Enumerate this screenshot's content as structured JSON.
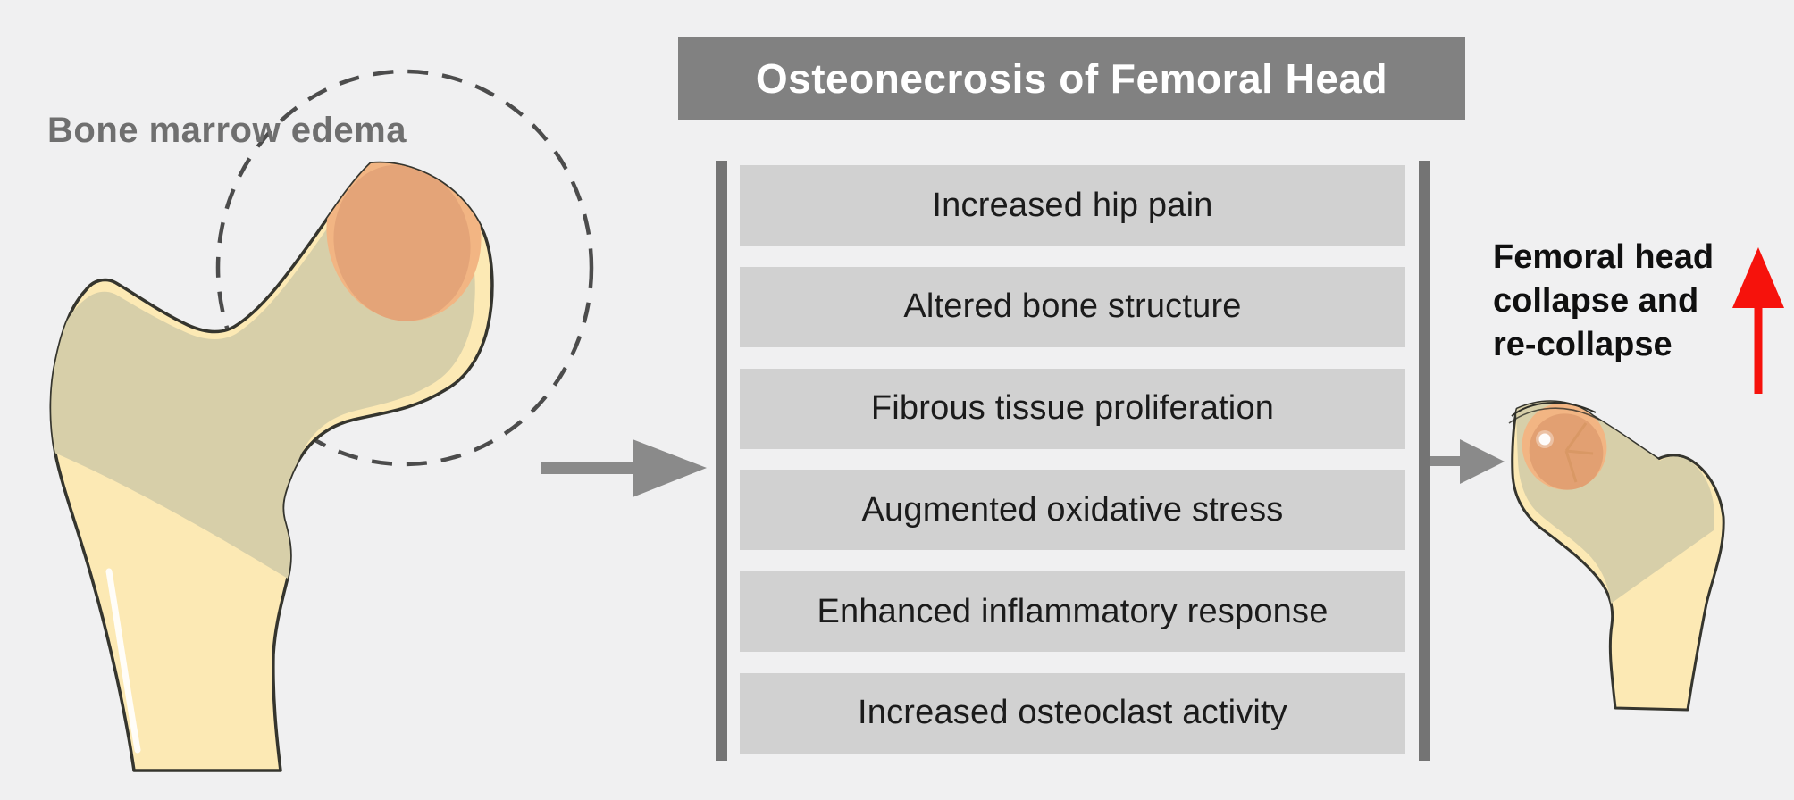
{
  "labels": {
    "edema": "Bone marrow edema",
    "collapse_lines": [
      "Femoral head",
      "collapse and",
      "re-collapse"
    ]
  },
  "panel": {
    "title": "Osteonecrosis of Femoral Head",
    "items": [
      "Increased hip pain",
      "Altered bone structure",
      "Fibrous tissue proliferation",
      "Augmented oxidative stress",
      "Enhanced inflammatory response",
      "Increased osteoclast activity"
    ]
  },
  "colors": {
    "background": "#f0f0f1",
    "title_bar": "#818181",
    "title_text": "#ffffff",
    "item_bg": "#d1d1d1",
    "item_text": "#1b1b1b",
    "rail": "#747474",
    "edema_label_text": "#6f6f6f",
    "flow_arrow_gray": "#8a8a8a",
    "collapse_arrow_red": "#f6120c",
    "bone_cortex_yellow": "#fce9b4",
    "bone_marrow_khaki": "#d7cfa9",
    "edema_orange": "#e4a478",
    "edema_halo_peach": "#f2b583",
    "bone_outline": "#35352e",
    "dashed_circle": "#4c4c4c"
  }
}
